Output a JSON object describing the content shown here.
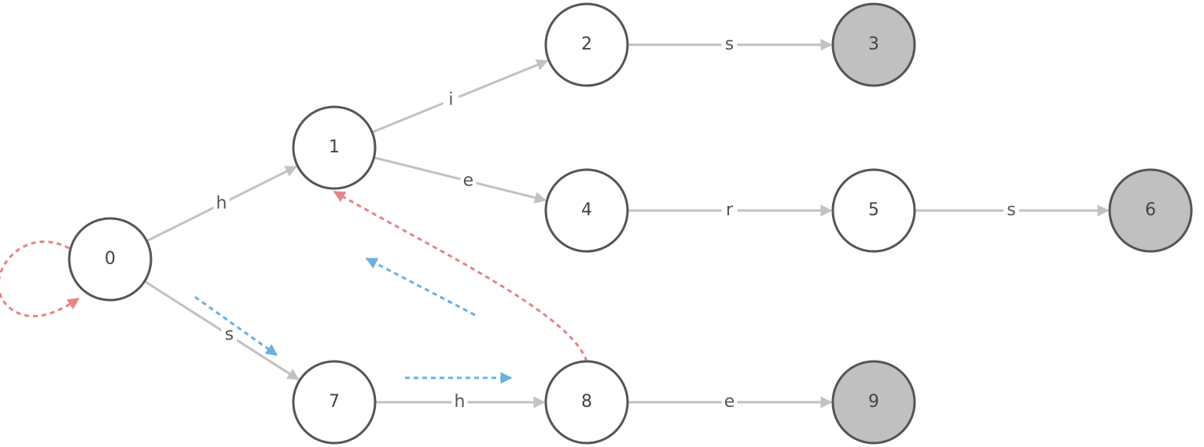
{
  "diagram": {
    "nodes": [
      {
        "id": "0",
        "label": "0",
        "accepting": false
      },
      {
        "id": "1",
        "label": "1",
        "accepting": false
      },
      {
        "id": "2",
        "label": "2",
        "accepting": false
      },
      {
        "id": "3",
        "label": "3",
        "accepting": true
      },
      {
        "id": "4",
        "label": "4",
        "accepting": false
      },
      {
        "id": "5",
        "label": "5",
        "accepting": false
      },
      {
        "id": "6",
        "label": "6",
        "accepting": true
      },
      {
        "id": "7",
        "label": "7",
        "accepting": false
      },
      {
        "id": "8",
        "label": "8",
        "accepting": false
      },
      {
        "id": "9",
        "label": "9",
        "accepting": true
      }
    ],
    "edges": [
      {
        "from": "0",
        "to": "1",
        "label": "h"
      },
      {
        "from": "1",
        "to": "2",
        "label": "i"
      },
      {
        "from": "2",
        "to": "3",
        "label": "s"
      },
      {
        "from": "1",
        "to": "4",
        "label": "e"
      },
      {
        "from": "4",
        "to": "5",
        "label": "r"
      },
      {
        "from": "5",
        "to": "6",
        "label": "s"
      },
      {
        "from": "0",
        "to": "7",
        "label": "s"
      },
      {
        "from": "7",
        "to": "8",
        "label": "h"
      },
      {
        "from": "8",
        "to": "9",
        "label": "e"
      }
    ],
    "failure_links": [
      {
        "from": "0",
        "to": "0"
      },
      {
        "from": "8",
        "to": "1"
      }
    ],
    "colors": {
      "node_fill": "#ffffff",
      "accepting_fill": "#bfc0bf",
      "node_stroke": "#555555",
      "edge": "#c2c2c2",
      "failure_link": "#e58585",
      "trace": "#6ab0e4"
    }
  }
}
